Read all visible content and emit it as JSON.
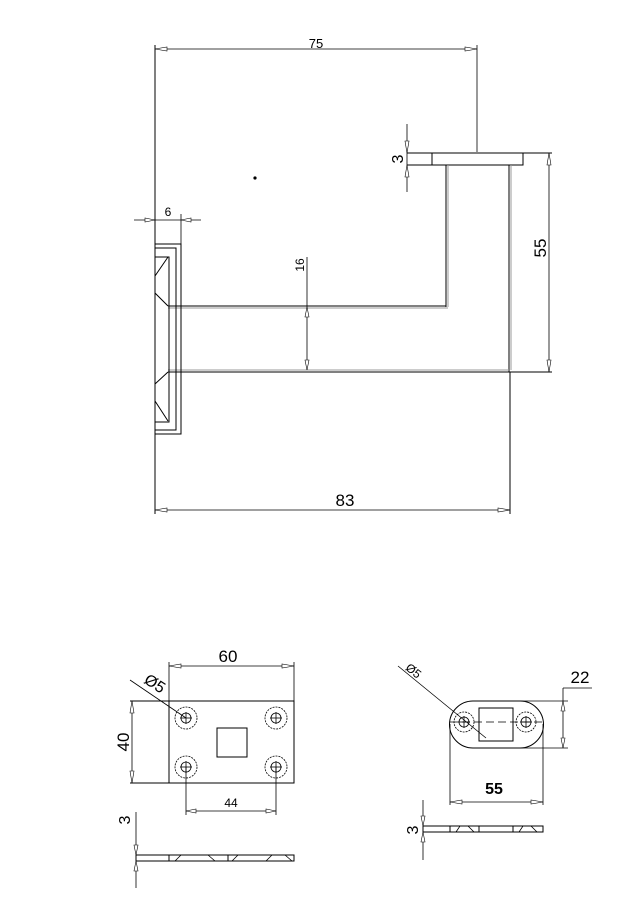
{
  "side_view": {
    "dim_overall_top": "75",
    "dim_plate_thickness": "3",
    "dim_wall_plate": "6",
    "dim_bar_height": "16",
    "dim_height": "55",
    "dim_overall_bottom": "83"
  },
  "wall_plate_view": {
    "dim_width": "60",
    "dim_height": "40",
    "dim_hole_spacing": "44",
    "dim_hole_diameter": "Ø5",
    "dim_thickness": "3"
  },
  "saddle_plate_view": {
    "dim_hole_diameter": "Ø5",
    "dim_width": "22",
    "dim_length": "55",
    "dim_thickness": "3"
  }
}
